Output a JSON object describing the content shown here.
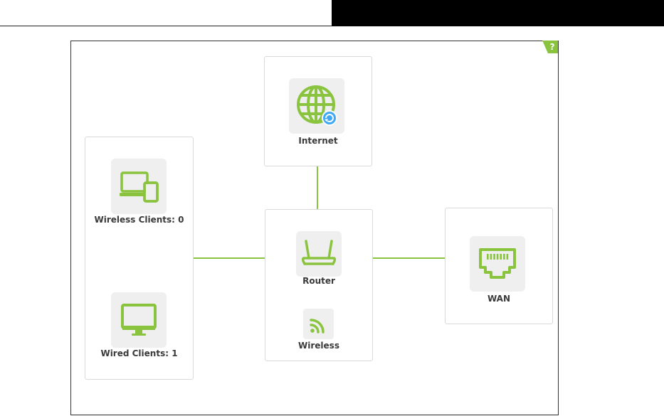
{
  "topbar": {},
  "help": {
    "label": "?"
  },
  "nodes": {
    "internet": {
      "label": "Internet",
      "icon": "globe-icon"
    },
    "router": {
      "label": "Router",
      "icon": "router-icon"
    },
    "wireless": {
      "label": "Wireless",
      "icon": "wifi-icon"
    },
    "wan": {
      "label": "WAN",
      "icon": "ethernet-port-icon"
    },
    "wireless_clients": {
      "label": "Wireless Clients: 0",
      "icon": "devices-icon"
    },
    "wired_clients": {
      "label": "Wired Clients: 1",
      "icon": "monitor-icon"
    }
  },
  "colors": {
    "accent": "#8ac43f",
    "status_blue": "#3fa9f5",
    "tile_bg": "#efefef",
    "border": "#d9d9d9"
  }
}
